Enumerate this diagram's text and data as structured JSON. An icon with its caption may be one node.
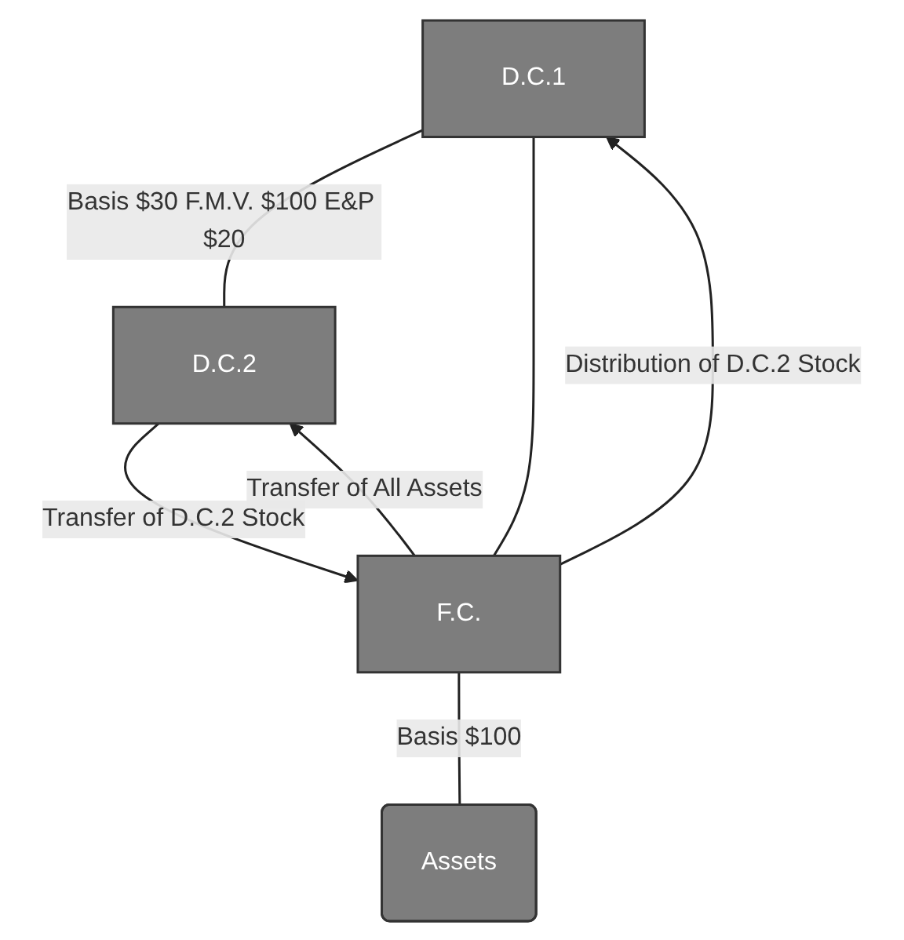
{
  "diagram": {
    "nodes": [
      {
        "text": [
          "D.C.1"
        ]
      },
      {
        "text": [
          "D.C.2"
        ]
      },
      {
        "text": [
          "F.C."
        ]
      },
      {
        "text": [
          "Assets"
        ]
      }
    ],
    "edges": [
      {
        "from": 0,
        "to": 1,
        "arrow": "none",
        "label": "Basis $30 F.M.V. $100 E&P $20"
      },
      {
        "from": 0,
        "to": 2,
        "arrow": "none"
      },
      {
        "from": 1,
        "to": 2,
        "arrow": "to",
        "label": "Transfer of D.C.2 Stock"
      },
      {
        "from": 2,
        "to": 0,
        "arrow": "to",
        "label": "Distribution of D.C.2 Stock"
      },
      {
        "from": 2,
        "to": 3,
        "arrow": "none",
        "label": "Basis $100"
      },
      {
        "from": 2,
        "to": 1,
        "arrow": "to",
        "label": "Transfer of All Assets"
      }
    ]
  }
}
